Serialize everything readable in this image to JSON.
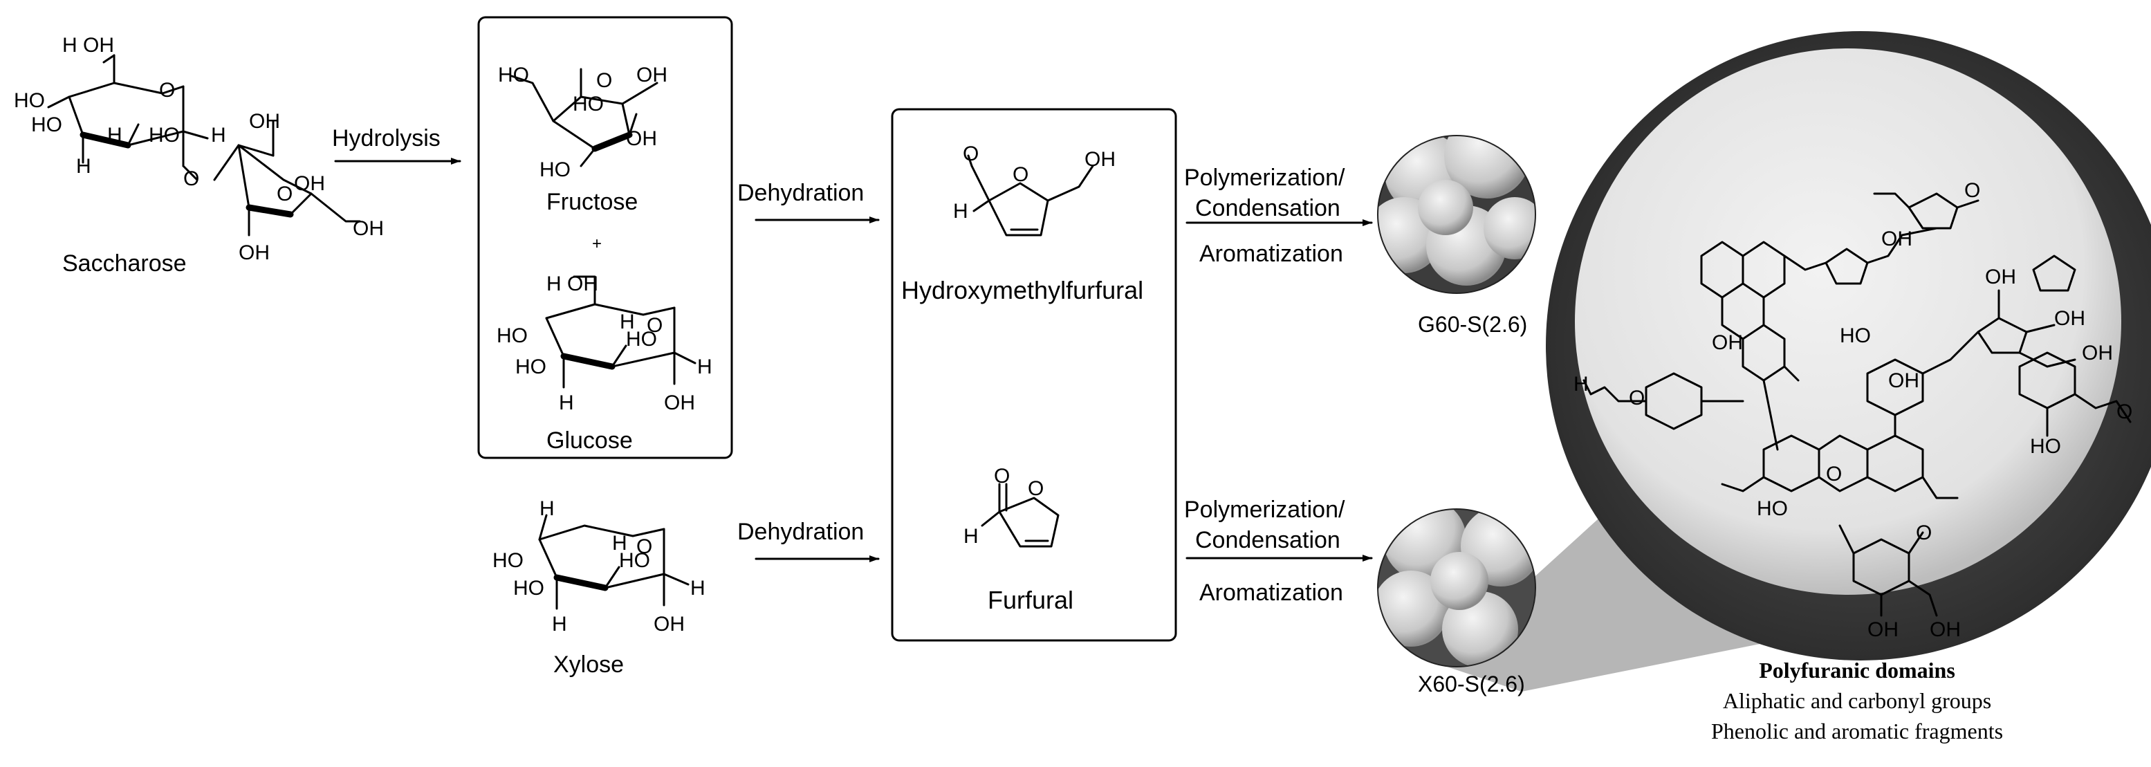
{
  "colors": {
    "line": "#000000",
    "sem_background": "#4a4a4a",
    "sem_sphere": "#d9d9d9",
    "magnified_disc": "#e9e9e9"
  },
  "labels": {
    "saccharose": "Saccharose",
    "hydrolysis": "Hydrolysis",
    "fructose": "Fructose",
    "plus": "+",
    "glucose": "Glucose",
    "xylose": "Xylose",
    "dehydration_top": "Dehydration",
    "dehydration_bottom": "Dehydration",
    "hmf": "Hydroxymethylfurfural",
    "furfural": "Furfural",
    "poly_top_1": "Polymerization/",
    "poly_top_2": "Condensation",
    "arom_top": "Aromatization",
    "poly_bot_1": "Polymerization/",
    "poly_bot_2": "Condensation",
    "arom_bot": "Aromatization",
    "g60": "G60-S(2.6)",
    "x60": "X60-S(2.6)"
  },
  "caption": {
    "title": "Polyfuranic domains",
    "line1": "Aliphatic and carbonyl groups",
    "line2": "Phenolic and aromatic fragments"
  },
  "atoms": {
    "oh": "OH",
    "ho": "HO",
    "h": "H",
    "o": "O"
  }
}
